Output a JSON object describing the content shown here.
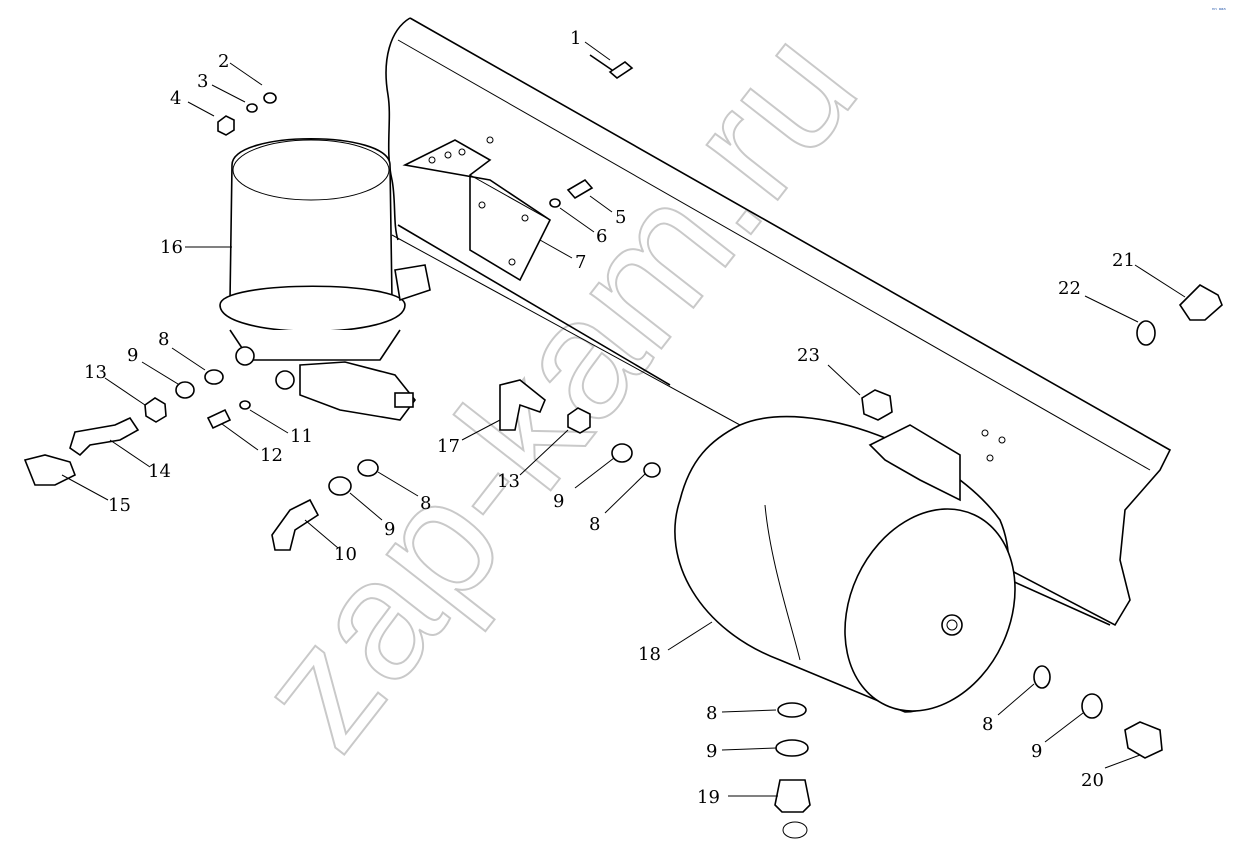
{
  "watermark": "zap-kam.ru",
  "corner_mark": "ⁿⁿ ᵃᵃᵃ",
  "callouts": [
    {
      "id": "c1",
      "label": "1"
    },
    {
      "id": "c2",
      "label": "2"
    },
    {
      "id": "c3",
      "label": "3"
    },
    {
      "id": "c4",
      "label": "4"
    },
    {
      "id": "c5",
      "label": "5"
    },
    {
      "id": "c6",
      "label": "6"
    },
    {
      "id": "c7",
      "label": "7"
    },
    {
      "id": "c8a",
      "label": "8"
    },
    {
      "id": "c9a",
      "label": "9"
    },
    {
      "id": "c13a",
      "label": "13"
    },
    {
      "id": "c16",
      "label": "16"
    },
    {
      "id": "c11",
      "label": "11"
    },
    {
      "id": "c12",
      "label": "12"
    },
    {
      "id": "c14",
      "label": "14"
    },
    {
      "id": "c15",
      "label": "15"
    },
    {
      "id": "c17",
      "label": "17"
    },
    {
      "id": "c13b",
      "label": "13"
    },
    {
      "id": "c9b",
      "label": "9"
    },
    {
      "id": "c8b",
      "label": "8"
    },
    {
      "id": "c8c",
      "label": "8"
    },
    {
      "id": "c9c",
      "label": "9"
    },
    {
      "id": "c10",
      "label": "10"
    },
    {
      "id": "c23",
      "label": "23"
    },
    {
      "id": "c22",
      "label": "22"
    },
    {
      "id": "c21",
      "label": "21"
    },
    {
      "id": "c18",
      "label": "18"
    },
    {
      "id": "c8d",
      "label": "8"
    },
    {
      "id": "c9d",
      "label": "9"
    },
    {
      "id": "c19",
      "label": "19"
    },
    {
      "id": "c8e",
      "label": "8"
    },
    {
      "id": "c9e",
      "label": "9"
    },
    {
      "id": "c20",
      "label": "20"
    }
  ]
}
